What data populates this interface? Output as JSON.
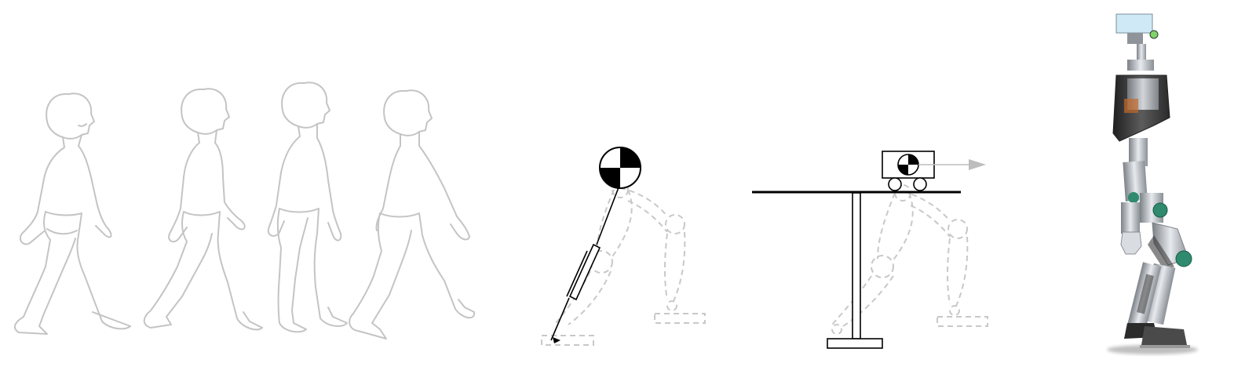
{
  "colors": {
    "sketch": "#c4c4c4",
    "dashed": "#c8c8c8",
    "ink": "#000000",
    "arrow": "#bdbdbd",
    "robot_metal": "#b9bec4",
    "robot_dark": "#3a3a3a",
    "robot_green": "#2f8a6e",
    "robot_blue": "#1f2f7a",
    "camera": "#cfe9f6"
  },
  "panels": [
    {
      "name": "walking-sequence",
      "figures": 4
    },
    {
      "name": "inverted-pendulum-model",
      "symbol": "center-of-mass-icon"
    },
    {
      "name": "cart-table-model",
      "symbol": "center-of-mass-icon"
    },
    {
      "name": "humanoid-robot"
    }
  ]
}
